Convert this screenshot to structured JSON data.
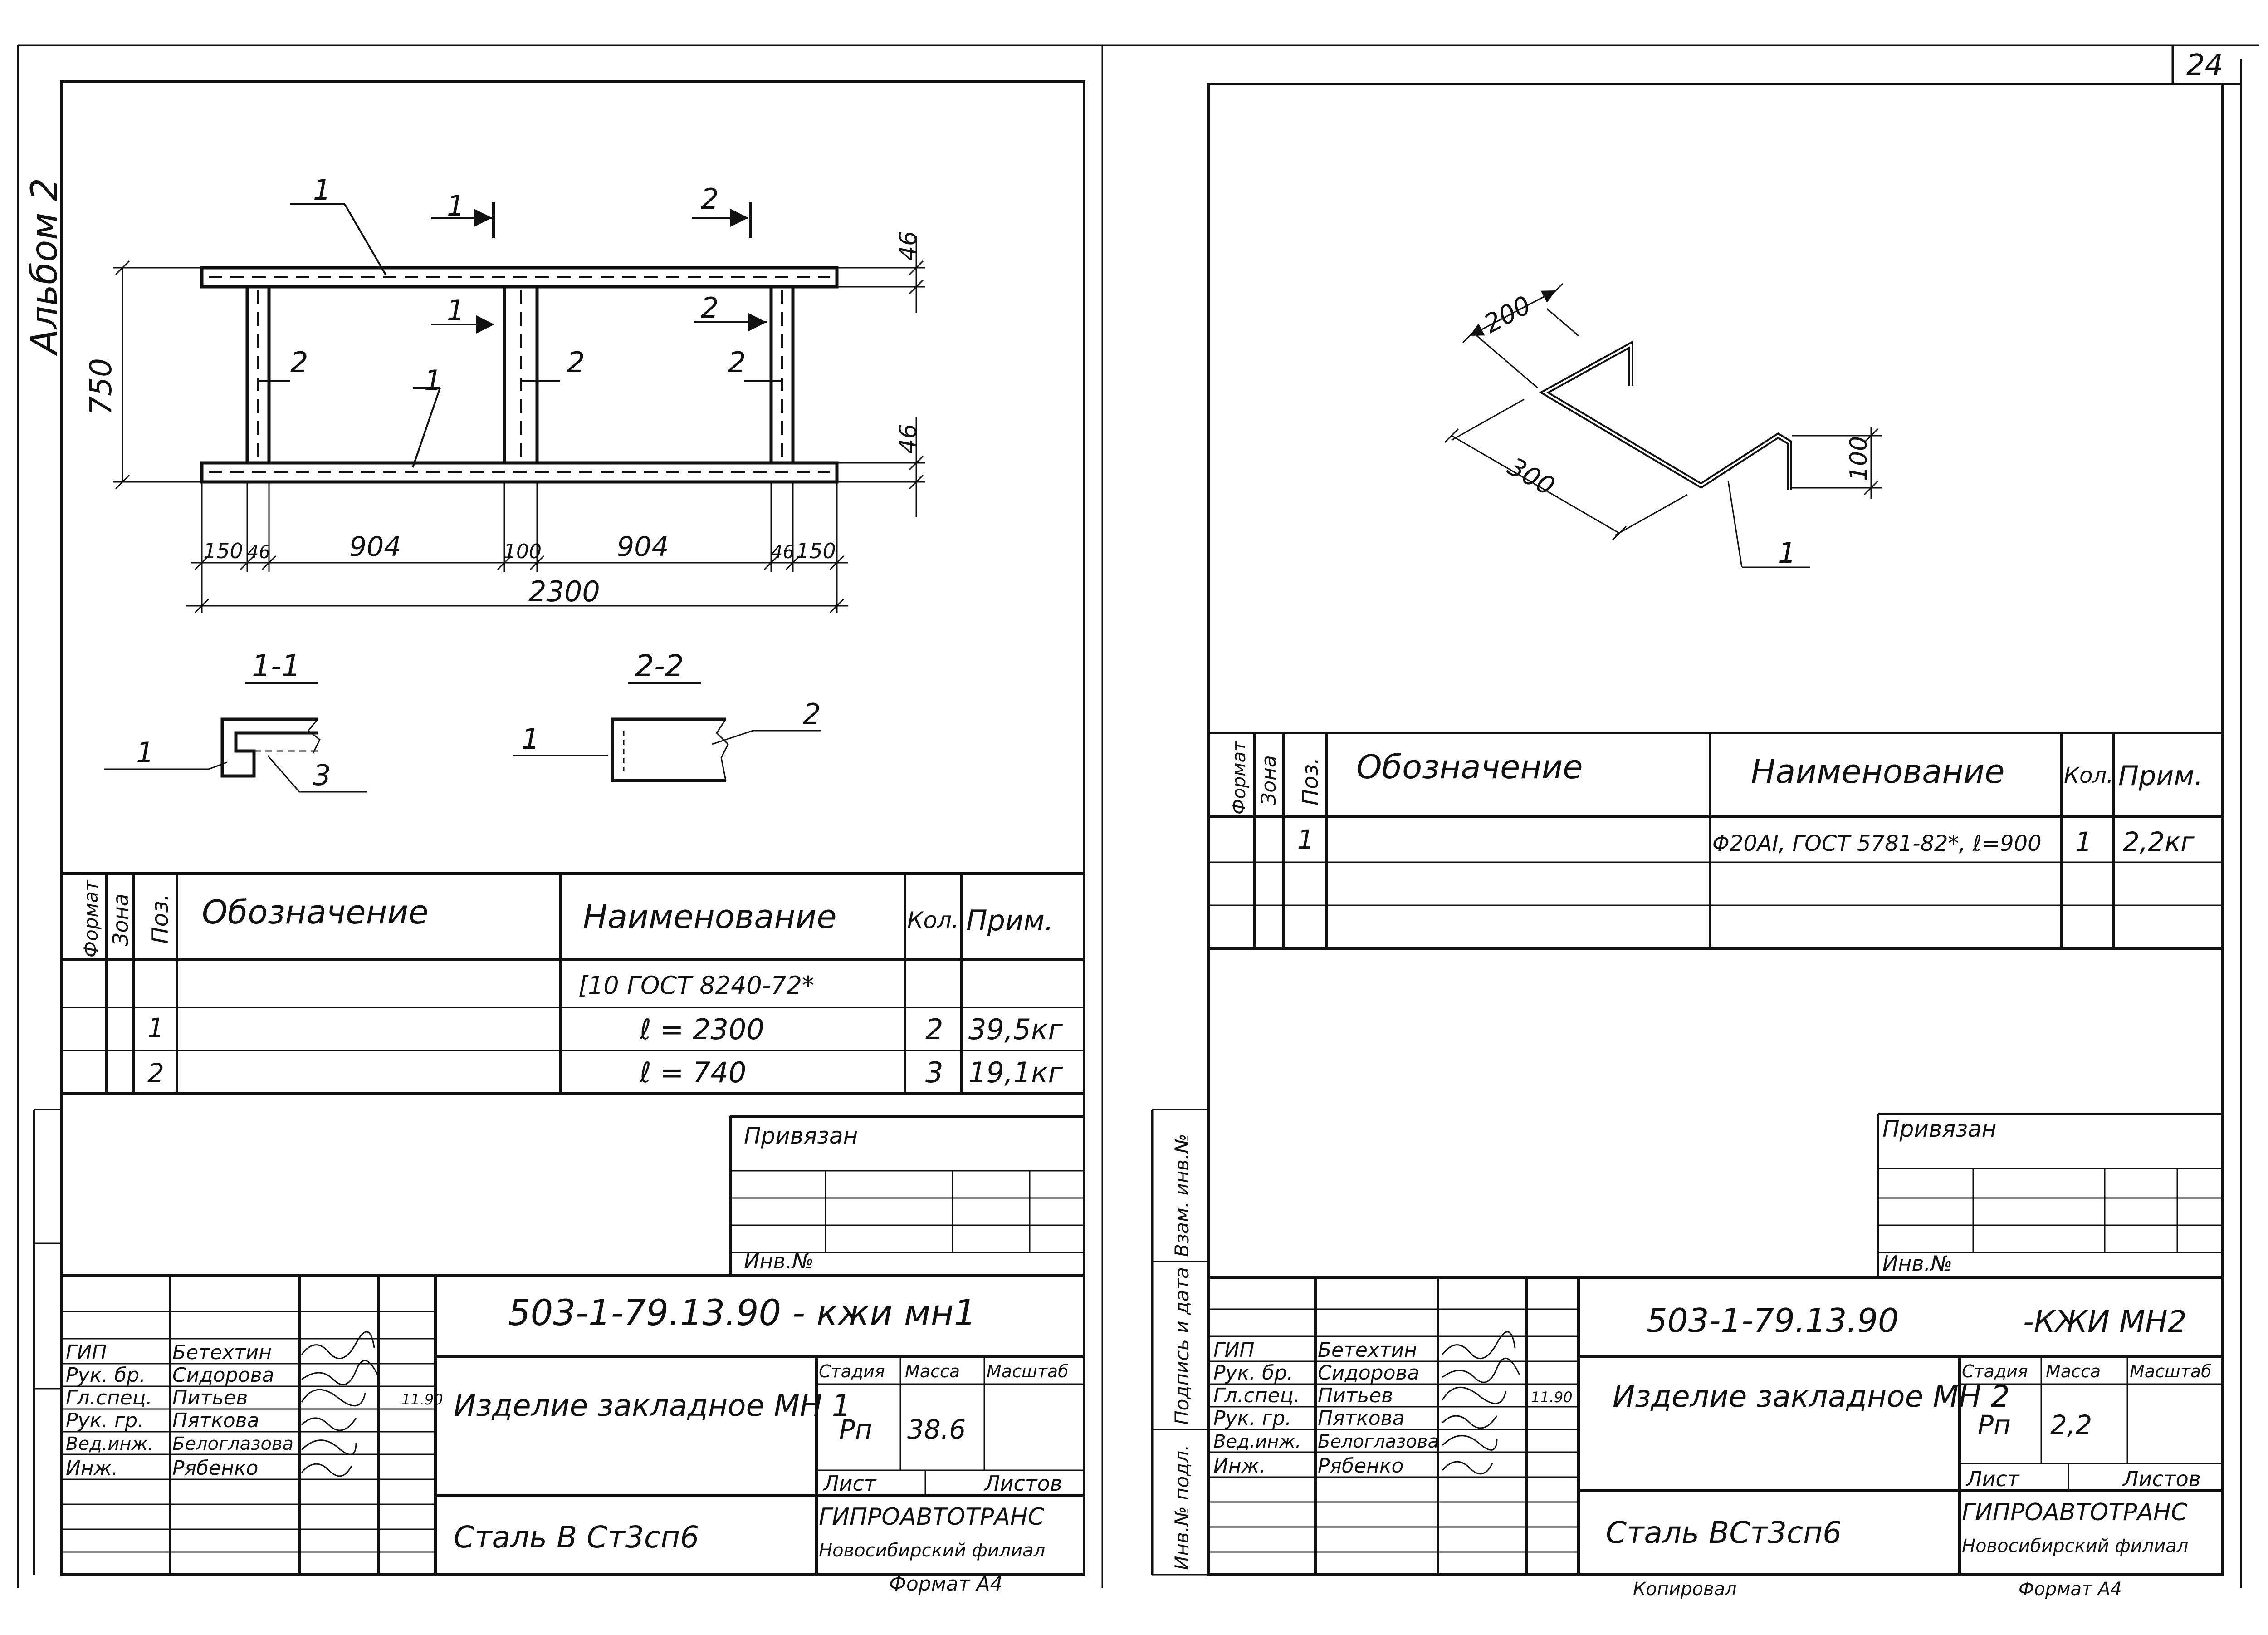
{
  "album_label": "Альбом 2",
  "page_number": "24",
  "left": {
    "drawing": {
      "pos_1_top": "1",
      "pos_1_bottom": "1",
      "pos_2_left": "2",
      "pos_2_mid": "2",
      "pos_2_right": "2",
      "cut_1_top": "1",
      "cut_1_mid": "1",
      "cut_2_top": "2",
      "cut_2_mid": "2",
      "dim_height": "750",
      "dim_flange_top": "46",
      "dim_flange_bottom": "46",
      "dim_seg_1": "150",
      "dim_seg_2": "46",
      "dim_seg_3": "904",
      "dim_seg_4": "100",
      "dim_seg_5": "904",
      "dim_seg_6": "46",
      "dim_seg_7": "150",
      "dim_total": "2300",
      "section_1_title": "1-1",
      "section_2_title": "2-2",
      "sec1_lbl_1": "1",
      "sec1_lbl_3": "3",
      "sec2_lbl_1": "1",
      "sec2_lbl_2": "2"
    },
    "spec": {
      "headers": {
        "format": "Формат",
        "zone": "Зона",
        "pos": "Поз.",
        "designation": "Обозначение",
        "name": "Наименование",
        "qty": "Кол.",
        "note": "Прим."
      },
      "rows": [
        {
          "pos": "",
          "name": "[10 ГОСТ 8240-72*",
          "qty": "",
          "note": ""
        },
        {
          "pos": "1",
          "name": "ℓ = 2300",
          "qty": "2",
          "note": "39,5кг"
        },
        {
          "pos": "2",
          "name": "ℓ = 740",
          "qty": "3",
          "note": "19,1кг"
        }
      ]
    },
    "stamp": {
      "privyazan": "Привязан",
      "inv_no": "Инв.№",
      "code": "503-1-79.13.90  -  кжи мн1",
      "title": "Изделие закладное МН 1",
      "material": "Сталь В Ст3сп6",
      "stadia_h": "Стадия",
      "massa_h": "Масса",
      "masshtab_h": "Масштаб",
      "stadia": "Рп",
      "massa": "38.6",
      "list_h": "Лист",
      "listov_h": "Листов",
      "org1": "ГИПРОАВТОТРАНС",
      "org2": "Новосибирский филиал",
      "format_label": "Формат А4",
      "people": [
        {
          "role": "ГИП",
          "name": "Бетехтин"
        },
        {
          "role": "Рук. бр.",
          "name": "Сидорова"
        },
        {
          "role": "Гл.спец.",
          "name": "Питьев"
        },
        {
          "role": "Рук. гр.",
          "name": "Пяткова"
        },
        {
          "role": "Вед.инж.",
          "name": "Белоглазова"
        },
        {
          "role": "Инж.",
          "name": "Рябенко"
        }
      ],
      "date": "11.90"
    }
  },
  "right": {
    "drawing": {
      "dim_200": "200",
      "dim_300": "300",
      "dim_100": "100",
      "pos_1": "1"
    },
    "spec": {
      "headers": {
        "format": "Формат",
        "zone": "Зона",
        "pos": "Поз.",
        "designation": "Обозначение",
        "name": "Наименование",
        "qty": "Кол.",
        "note": "Прим."
      },
      "rows": [
        {
          "pos": "1",
          "name": "Φ20AI, ГОСТ 5781-82*, ℓ=900",
          "qty": "1",
          "note": "2,2кг"
        }
      ]
    },
    "side_labels": [
      "Взам. инв.№",
      "Подпись и дата",
      "Инв.№ подл."
    ],
    "stamp": {
      "privyazan": "Привязан",
      "inv_no": "Инв.№",
      "code": "503-1-79.13.90",
      "code_suffix": "-КЖИ МН2",
      "title": "Изделие закладное МН 2",
      "material": "Сталь ВСт3сп6",
      "stadia_h": "Стадия",
      "massa_h": "Масса",
      "masshtab_h": "Масштаб",
      "stadia": "Рп",
      "massa": "2,2",
      "list_h": "Лист",
      "listov_h": "Листов",
      "org1": "ГИПРОАВТОТРАНС",
      "org2": "Новосибирский филиал",
      "format_label": "Формат А4",
      "copied_label": "Копировал",
      "people": [
        {
          "role": "ГИП",
          "name": "Бетехтин"
        },
        {
          "role": "Рук. бр.",
          "name": "Сидорова"
        },
        {
          "role": "Гл.спец.",
          "name": "Питьев"
        },
        {
          "role": "Рук. гр.",
          "name": "Пяткова"
        },
        {
          "role": "Вед.инж.",
          "name": "Белоглазова"
        },
        {
          "role": "Инж.",
          "name": "Рябенко"
        }
      ],
      "date": "11.90"
    }
  }
}
